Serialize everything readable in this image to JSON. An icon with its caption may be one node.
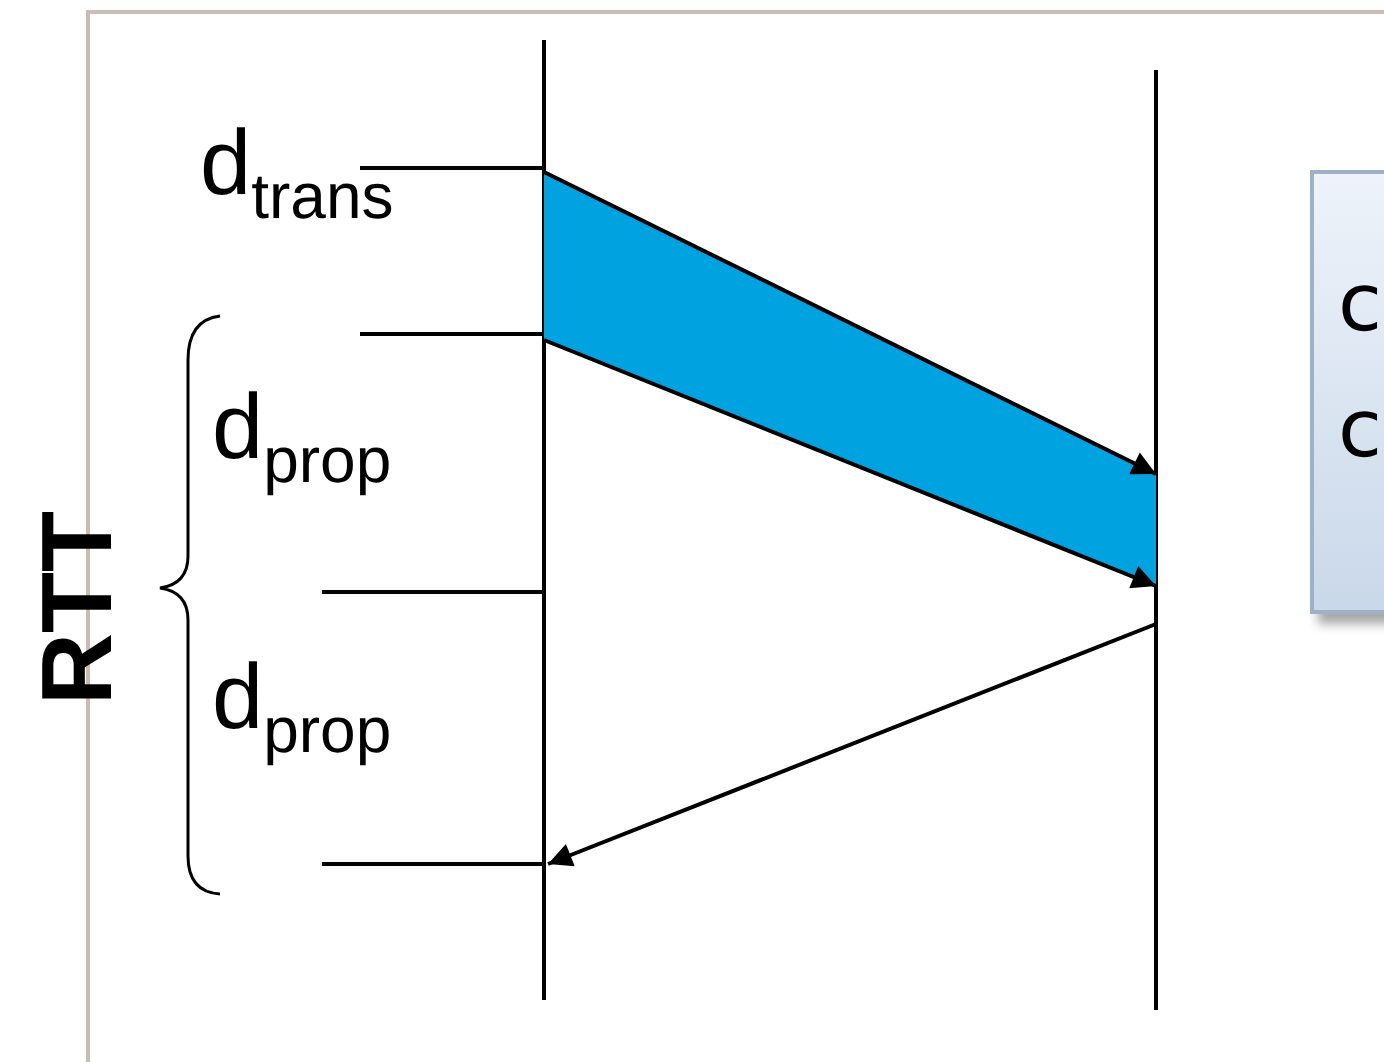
{
  "diagram": {
    "nodes": [
      {
        "text": [
          "c",
          "c"
        ]
      }
    ],
    "labels": [
      "d$_{trans}$",
      "d$_{prop}$",
      "d$_{prop}$",
      "RTT"
    ]
  }
}
